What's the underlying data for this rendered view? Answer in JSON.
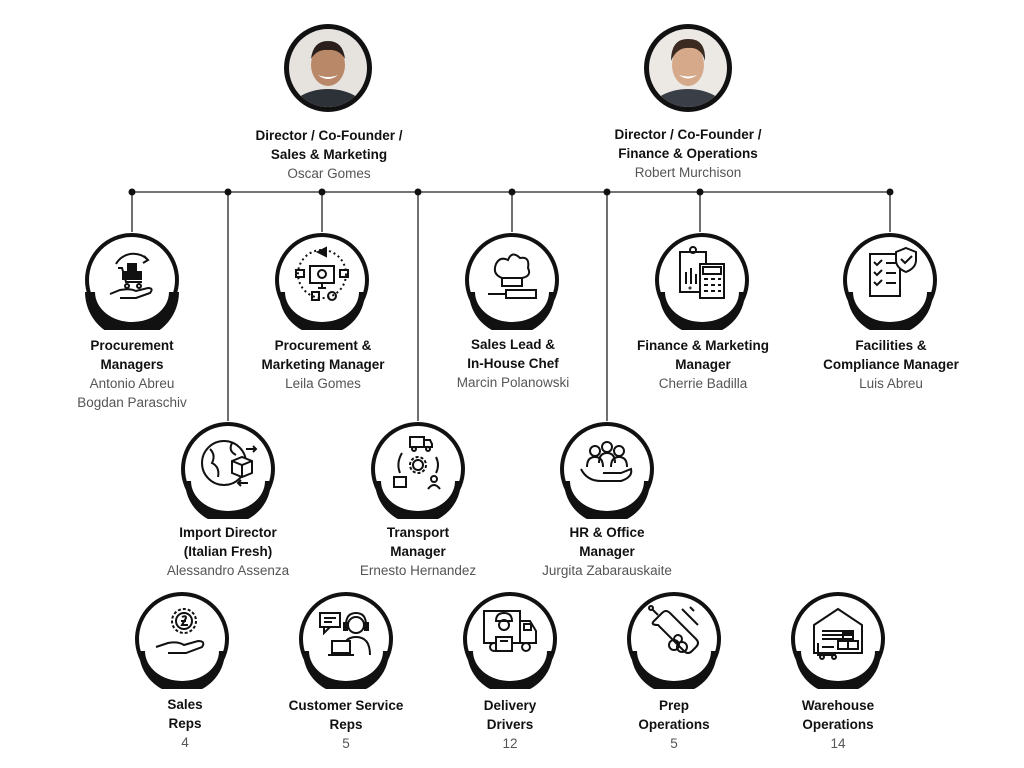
{
  "directors": [
    {
      "title_1": "Director / Co-Founder /",
      "title_2": "Sales & Marketing",
      "name": "Oscar Gomes"
    },
    {
      "title_1": "Director / Co-Founder /",
      "title_2": "Finance & Operations",
      "name": "Robert Murchison"
    }
  ],
  "row1": [
    {
      "title_1": "Procurement",
      "title_2": "Managers",
      "name_1": "Antonio Abreu",
      "name_2": "Bogdan Paraschiv",
      "icon": "procurement-icon"
    },
    {
      "title_1": "Procurement &",
      "title_2": "Marketing Manager",
      "name_1": "Leila Gomes",
      "icon": "marketing-icon"
    },
    {
      "title_1": "Sales Lead &",
      "title_2": "In-House Chef",
      "name_1": "Marcin Polanowski",
      "icon": "chef-hat-icon"
    },
    {
      "title_1": "Finance & Marketing",
      "title_2": "Manager",
      "name_1": "Cherrie Badilla",
      "icon": "calculator-icon"
    },
    {
      "title_1": "Facilities &",
      "title_2": "Compliance Manager",
      "name_1": "Luis Abreu",
      "icon": "checklist-shield-icon"
    }
  ],
  "row2": [
    {
      "title_1": "Import Director",
      "title_2": "(Italian Fresh)",
      "name_1": "Alessandro Assenza",
      "icon": "globe-import-icon"
    },
    {
      "title_1": "Transport",
      "title_2": "Manager",
      "name_1": "Ernesto Hernandez",
      "icon": "transport-cycle-icon"
    },
    {
      "title_1": "HR & Office",
      "title_2": "Manager",
      "name_1": "Jurgita Zabarauskaite",
      "icon": "team-hand-icon"
    }
  ],
  "teams": [
    {
      "title_1": "Sales",
      "title_2": "Reps",
      "count": "4",
      "icon": "money-hand-icon"
    },
    {
      "title_1": "Customer Service",
      "title_2": "Reps",
      "count": "5",
      "icon": "headset-agent-icon"
    },
    {
      "title_1": "Delivery",
      "title_2": "Drivers",
      "count": "12",
      "icon": "delivery-driver-icon"
    },
    {
      "title_1": "Prep",
      "title_2": "Operations",
      "count": "5",
      "icon": "cutting-board-icon"
    },
    {
      "title_1": "Warehouse",
      "title_2": "Operations",
      "count": "14",
      "icon": "warehouse-icon"
    }
  ],
  "colors": {
    "ring": "#111111",
    "line": "#222222",
    "subtext": "#555555"
  }
}
